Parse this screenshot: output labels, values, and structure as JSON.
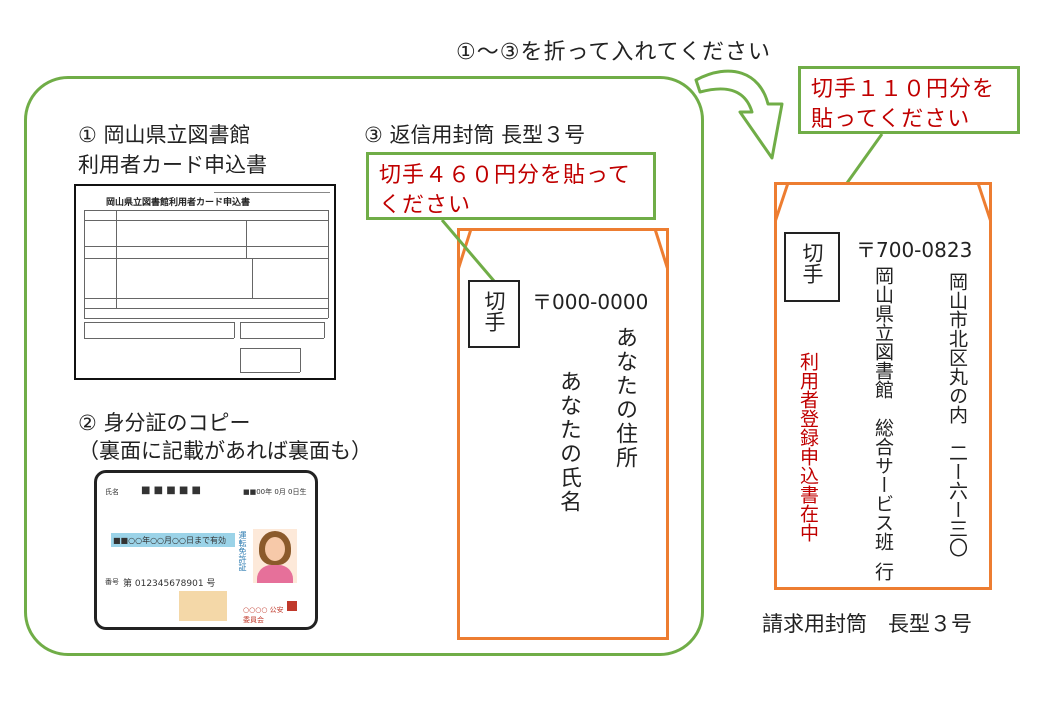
{
  "instruction": "①～③を折って入れてください",
  "item1": {
    "line1": "① 岡山県立図書館",
    "line2": "利用者カード申込書"
  },
  "form": {
    "title": "岡山県立図書館利用者カード申込書"
  },
  "item2": {
    "line1": "② 身分証のコピー",
    "line2": "（裏面に記載があれば裏面も）"
  },
  "card": {
    "name_label": "氏名",
    "name_value": "■ ■ ■ ■ ■",
    "birth": "■■00年 0月 0日生",
    "validity": "■■○○年○○月○○日まで有効",
    "license_title": "運転免許証",
    "number_label": "番号",
    "number": "第 012345678901 号",
    "issuer": "○○○○ 公安委員会"
  },
  "item3": {
    "label": "③ 返信用封筒 長型３号"
  },
  "return_callout": "切手４６０円分を貼ってください",
  "return_envelope": {
    "stamp": "切手",
    "postal": "〒000-0000",
    "address": "あなたの住所",
    "name": "あなたの氏名"
  },
  "request_callout": "切手１１０円分を貼ってください",
  "request_envelope": {
    "stamp": "切手",
    "postal": "〒700-0823",
    "address": "岡山市北区丸の内　二ー六ー三〇",
    "recipient": "岡山県立図書館　総合サービス班",
    "suffix": "行",
    "note": "利用者登録申込書在中",
    "label": "請求用封筒　長型３号"
  },
  "colors": {
    "frame": "#70ad47",
    "envelope": "#ed7d31",
    "callout_text": "#c00000"
  }
}
